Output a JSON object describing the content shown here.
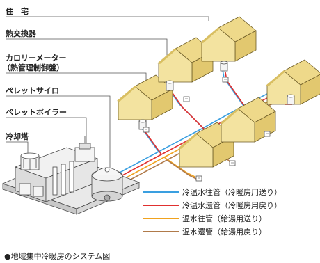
{
  "labels": {
    "house": "住　宅",
    "heat_exchanger": "熱交換器",
    "calorie_meter_1": "カロリーメーター",
    "calorie_meter_2": "（熱管理制御盤）",
    "pellet_silo": "ペレットサイロ",
    "pellet_boiler": "ペレットボイラー",
    "cooling_tower": "冷却塔"
  },
  "legend": [
    {
      "label": "冷温水往管（冷暖房用送り）",
      "color": "#3a9fe0"
    },
    {
      "label": "冷温水還管（冷暖房用戻り）",
      "color": "#e0302f"
    },
    {
      "label": "温水往管（給湯用送り）",
      "color": "#f0a21e"
    },
    {
      "label": "温水還管（給湯用戻り）",
      "color": "#b07a4a"
    }
  ],
  "caption": "●地域集中冷暖房のシステム図",
  "colors": {
    "house_wall": "#f3e3a0",
    "house_roof": "#eed98a",
    "house_dark": "#d9bf62",
    "plant": "#e9e9e9",
    "plant_dark": "#c8c8c8"
  }
}
